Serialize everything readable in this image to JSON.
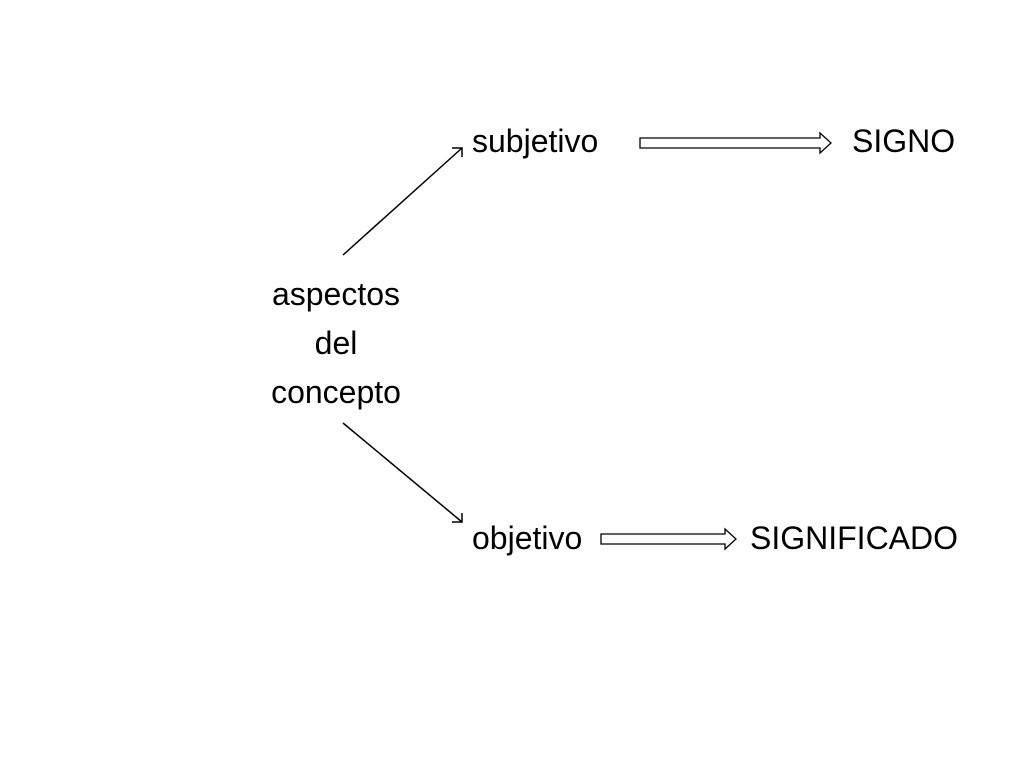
{
  "concept": {
    "lines": [
      "aspectos",
      "del",
      "concepto"
    ]
  },
  "branches": {
    "upper": {
      "aspect": "subjetivo",
      "result": "SIGNO"
    },
    "lower": {
      "aspect": "objetivo",
      "result": "SIGNIFICADO"
    }
  },
  "colors": {
    "text": "#000000",
    "line": "#000000",
    "background": "#ffffff"
  }
}
